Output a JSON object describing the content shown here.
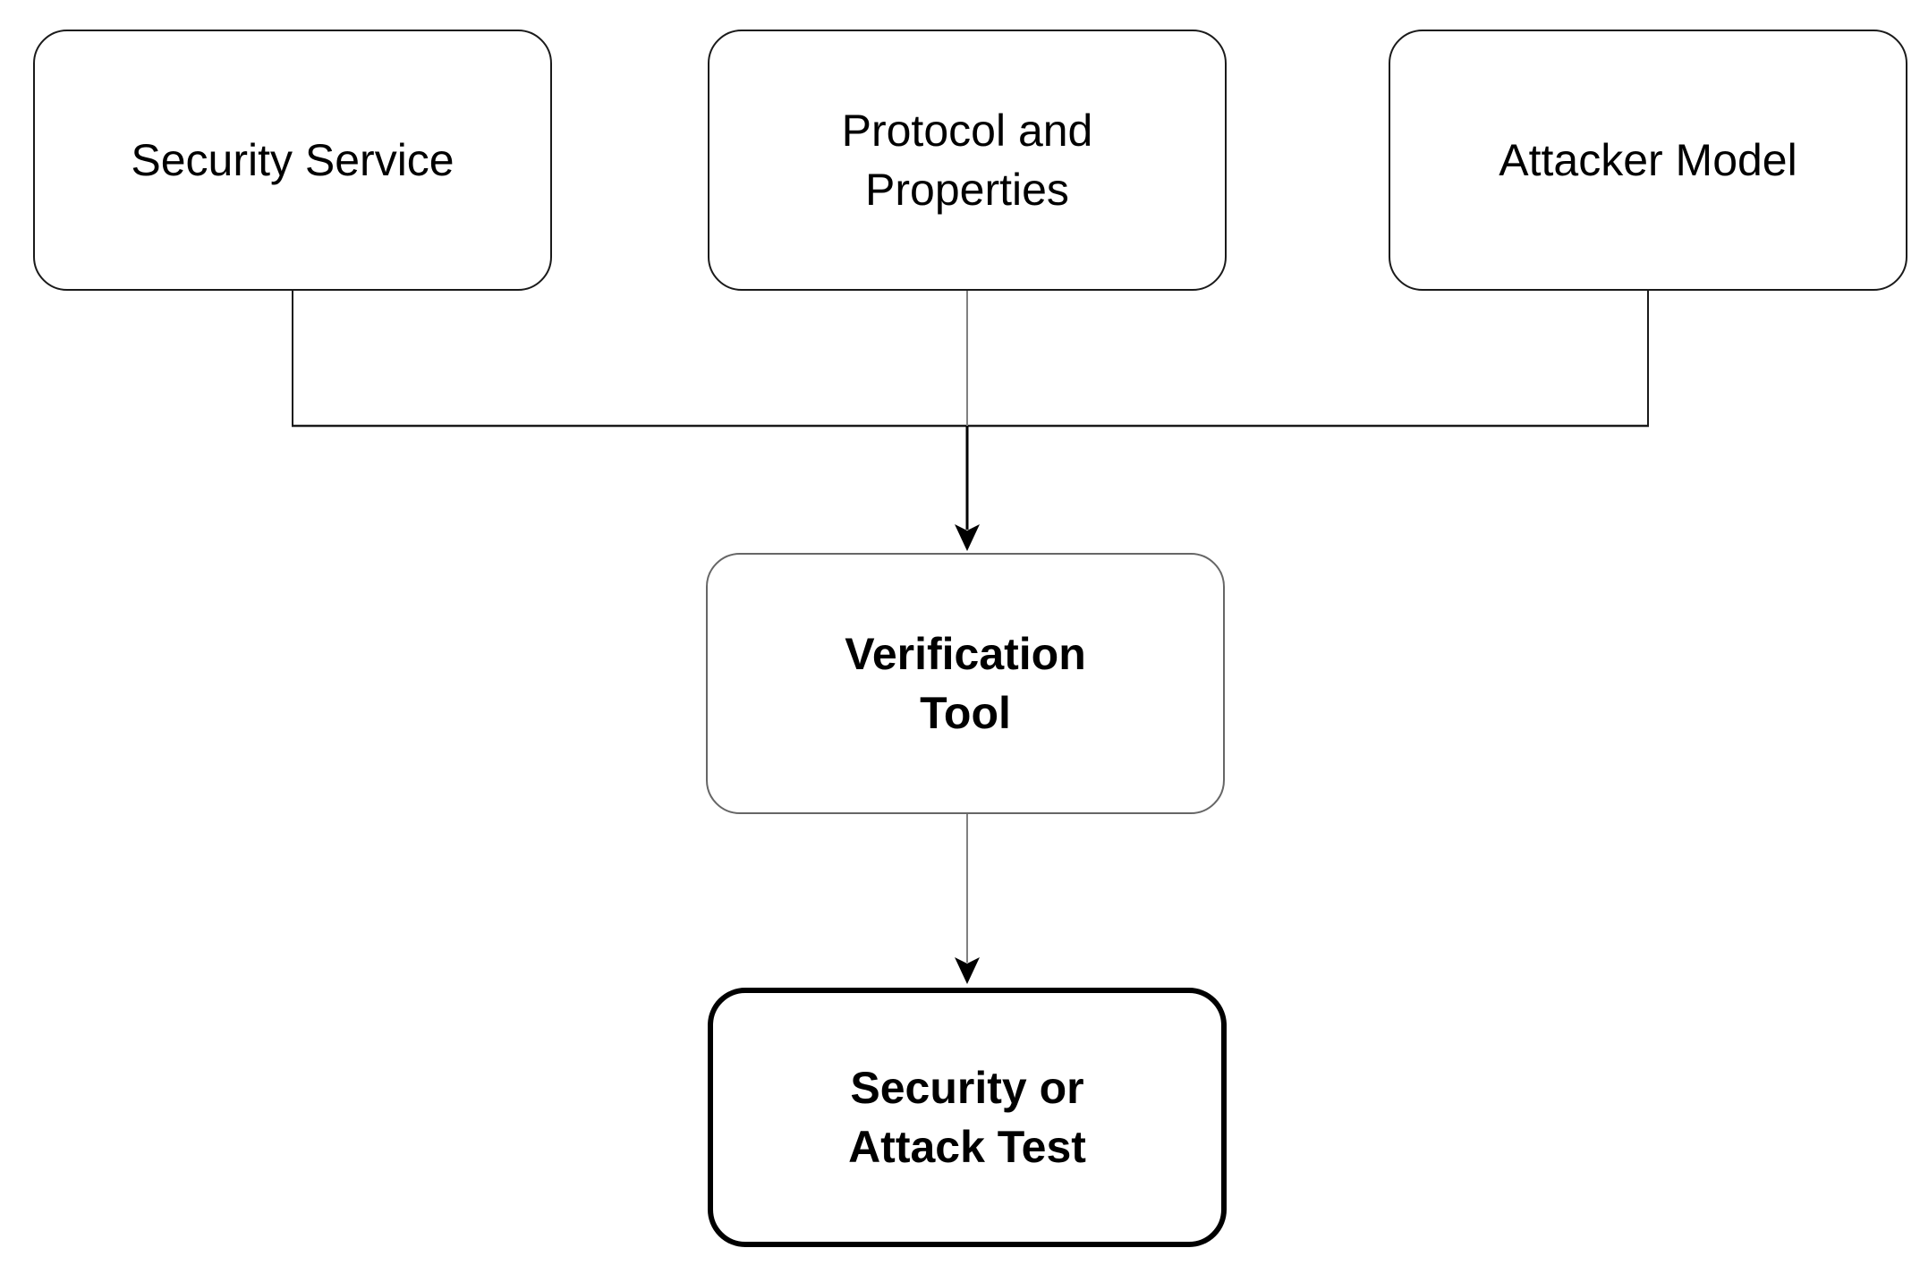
{
  "diagram": {
    "type": "flowchart",
    "background": "#ffffff",
    "nodes": [
      {
        "id": "security-service",
        "label": "Security Service",
        "bold": false,
        "border": "thin-black"
      },
      {
        "id": "protocol-properties",
        "label": "Protocol and\nProperties",
        "bold": false,
        "border": "thin-black"
      },
      {
        "id": "attacker-model",
        "label": "Attacker Model",
        "bold": false,
        "border": "thin-black"
      },
      {
        "id": "verification-tool",
        "label": "Verification\nTool",
        "bold": true,
        "border": "thin-gray"
      },
      {
        "id": "security-attack-test",
        "label": "Security or\nAttack Test",
        "bold": true,
        "border": "thick-black"
      }
    ],
    "edges": [
      {
        "from": "security-service",
        "to": "verification-tool",
        "via": "bus",
        "arrowhead": false
      },
      {
        "from": "protocol-properties",
        "to": "verification-tool",
        "via": "bus",
        "arrowhead": true
      },
      {
        "from": "attacker-model",
        "to": "verification-tool",
        "via": "bus",
        "arrowhead": false
      },
      {
        "from": "verification-tool",
        "to": "security-attack-test",
        "via": "direct",
        "arrowhead": true
      }
    ],
    "colors": {
      "node_border": "#1a1a1a",
      "node_border_gray": "#666666",
      "emphasis_border": "#000000",
      "bus_line": "#1a1a1a",
      "connector_gray": "#808080",
      "connector_black": "#000000",
      "arrowhead": "#000000",
      "text": "#000000",
      "background": "#ffffff"
    }
  }
}
